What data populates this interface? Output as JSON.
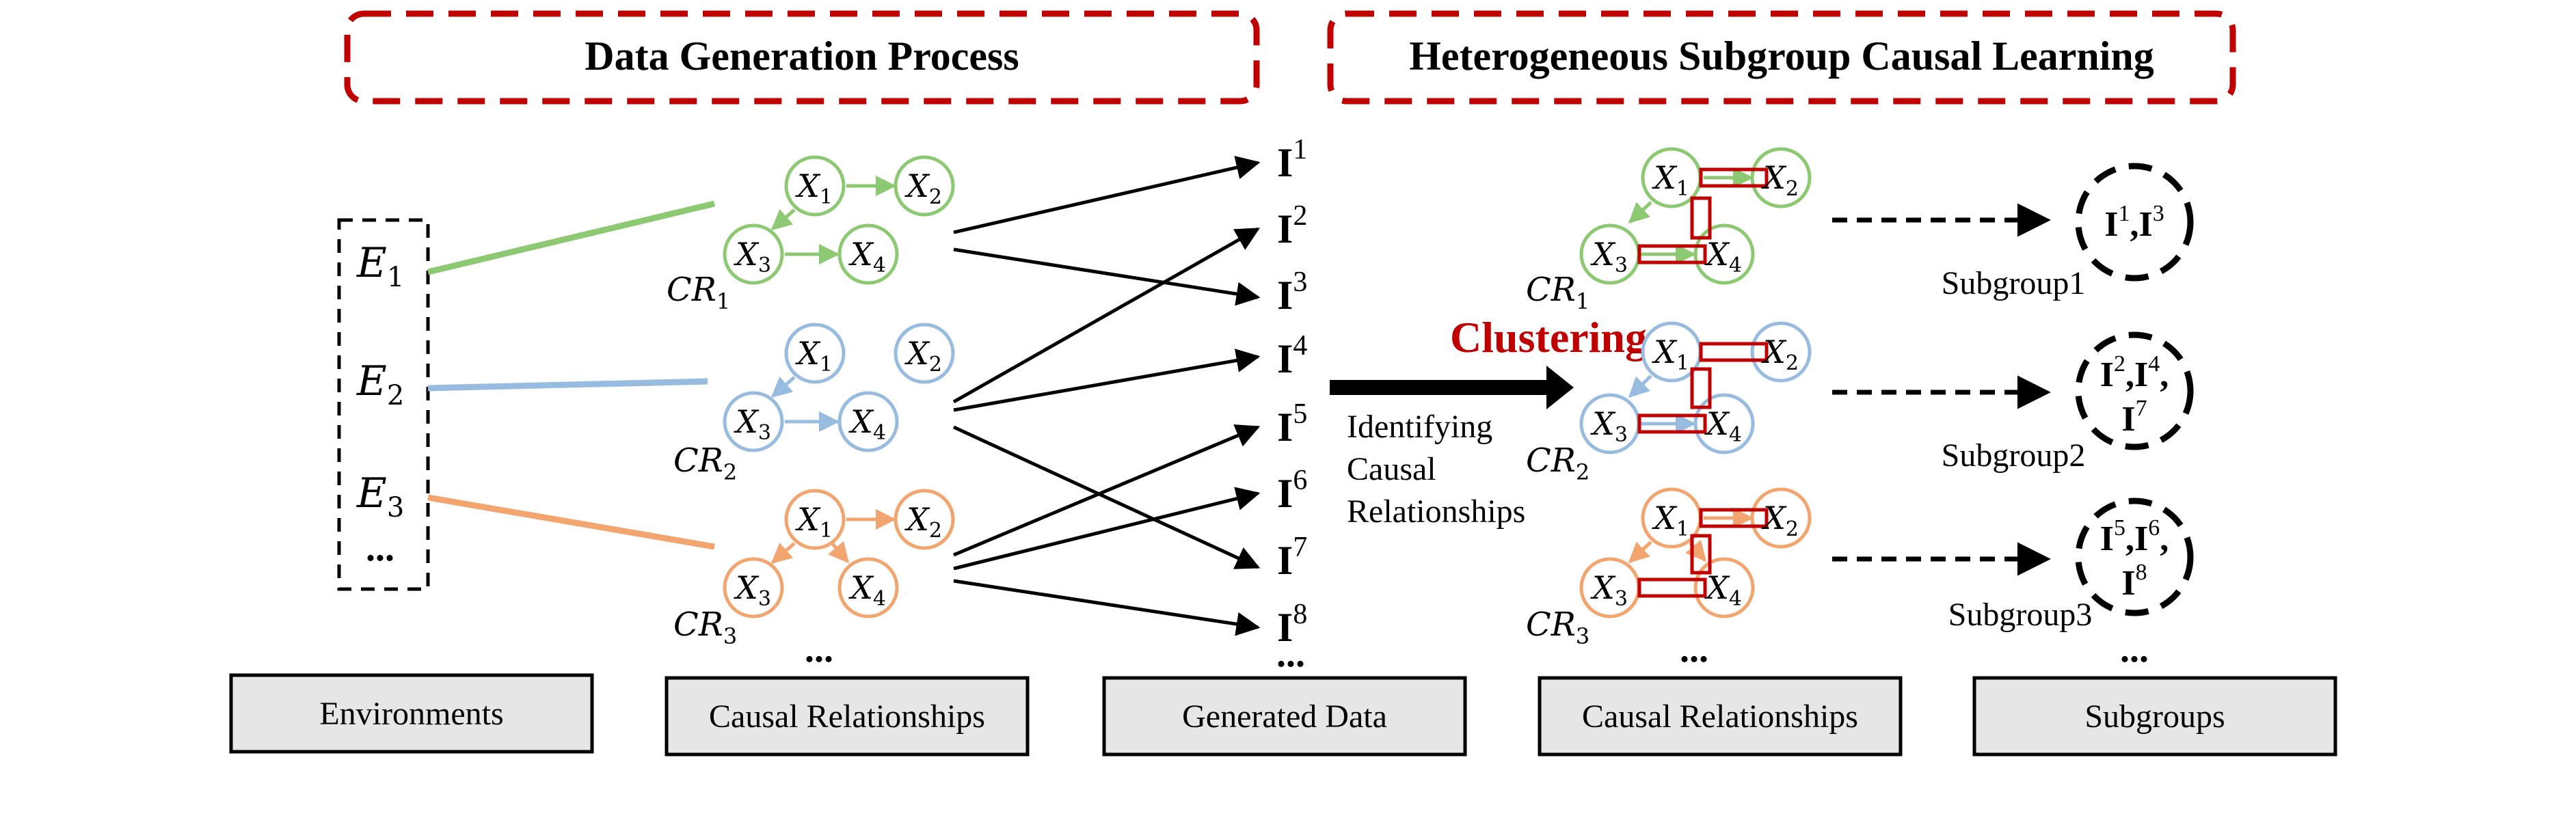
{
  "headers": {
    "left": "Data Generation Process",
    "right": "Heterogeneous Subgroup Causal Learning"
  },
  "colors": {
    "green": "#8dc972",
    "blue": "#98bce0",
    "orange": "#f2a56f",
    "red_frame": "#c00000",
    "red_text": "#c00000",
    "box_fill": "#e7e6e6"
  },
  "environments": {
    "items": [
      "E",
      "E",
      "E"
    ],
    "subs": [
      "1",
      "2",
      "3"
    ],
    "ellipsis": "..."
  },
  "nodes": {
    "x1": "X",
    "x2": "X",
    "x3": "X",
    "x4": "X",
    "s1": "1",
    "s2": "2",
    "s3": "3",
    "s4": "4"
  },
  "cr_labels": {
    "base": "CR",
    "subs": [
      "1",
      "2",
      "3"
    ]
  },
  "generated_data": {
    "base": "I",
    "sups": [
      "1",
      "2",
      "3",
      "4",
      "5",
      "6",
      "7",
      "8"
    ],
    "ellipsis": "..."
  },
  "clustering": {
    "title": "Clustering",
    "desc": [
      "Identifying",
      "Causal",
      "Relationships"
    ]
  },
  "subgroups": {
    "labels": [
      "Subgroup1",
      "Subgroup2",
      "Subgroup3"
    ],
    "g1": [
      "1",
      "3"
    ],
    "g2": [
      "2",
      "4",
      "7"
    ],
    "g3": [
      "5",
      "6",
      "8"
    ],
    "base": "I",
    "comma": ","
  },
  "ellipsis": "...",
  "bottom_labels": [
    "Environments",
    "Causal Relationships",
    "Generated Data",
    "Causal Relationships",
    "Subgroups"
  ]
}
